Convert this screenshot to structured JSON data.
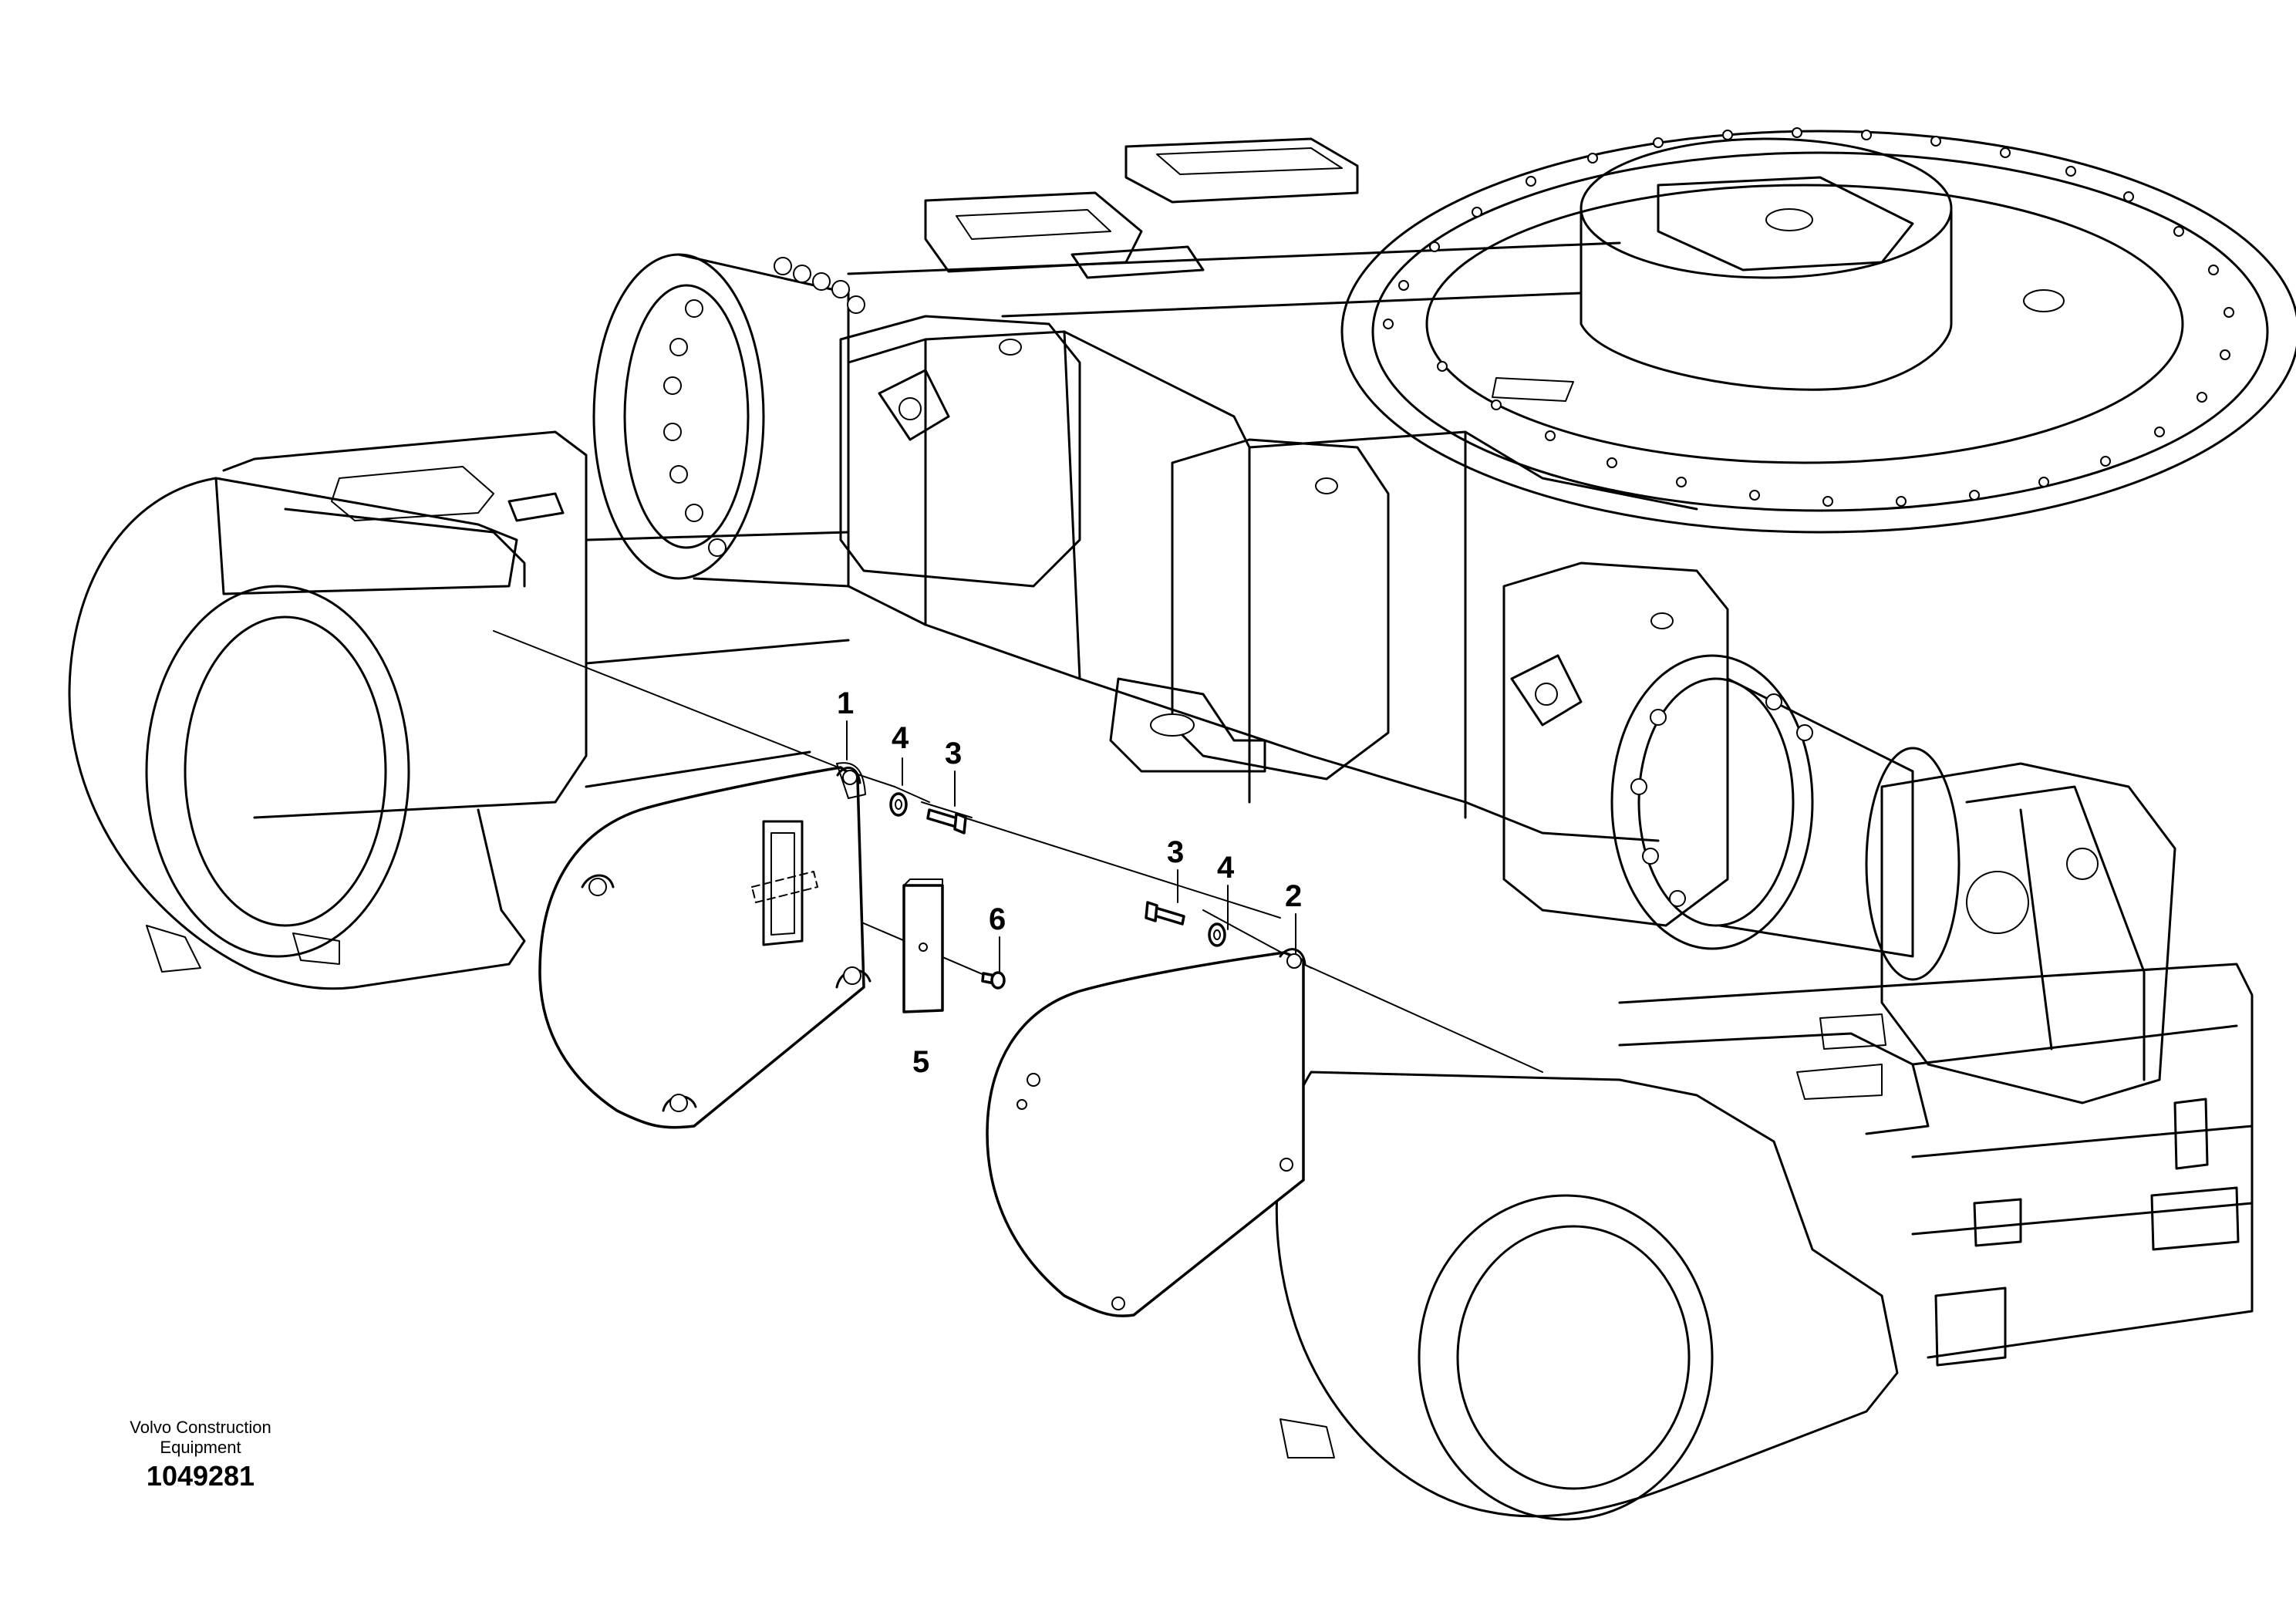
{
  "callouts": {
    "c1": "1",
    "c2": "2",
    "c3a": "3",
    "c3b": "3",
    "c4a": "4",
    "c4b": "4",
    "c5": "5",
    "c6": "6"
  },
  "footer": {
    "brand_line1": "Volvo Construction",
    "brand_line2": "Equipment",
    "drawing_number": "1049281"
  }
}
